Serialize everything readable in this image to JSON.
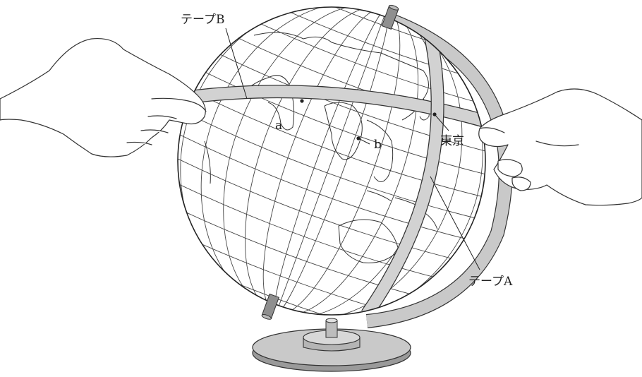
{
  "labels": {
    "tape_b": "テープB",
    "tape_a": "テープA",
    "tokyo": "東京",
    "point_a": "a",
    "point_b": "b"
  },
  "colors": {
    "tape": "#d2d2d2",
    "stand": "#c9c9c9",
    "stand_dark": "#9a9a9a",
    "line": "#333333"
  }
}
